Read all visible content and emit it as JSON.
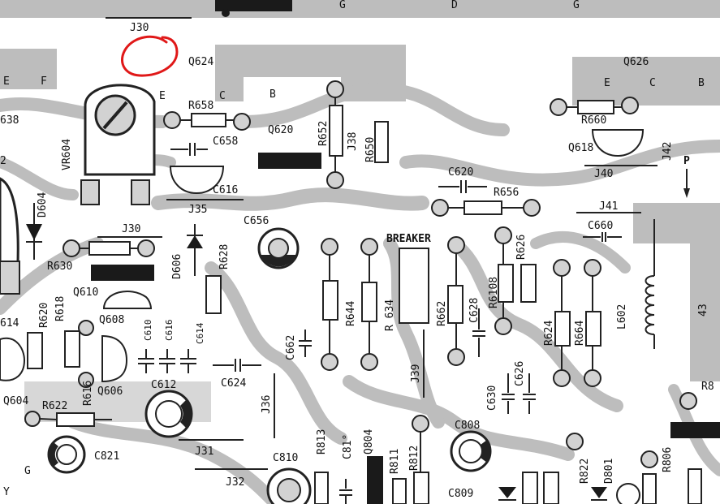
{
  "labels": {
    "j30_top": "J30",
    "q624": "Q624",
    "q626": "Q626",
    "e1": "E",
    "c1": "C",
    "b1": "B",
    "e2": "E",
    "c2": "C",
    "b2": "B",
    "r658": "R658",
    "c658": "C658",
    "q620": "Q620",
    "r652": "R652",
    "j38": "J38",
    "r650": "R650",
    "r660": "R660",
    "q618": "Q618",
    "j42": "J42",
    "p_mark": "P",
    "vr604": "VR604",
    "c616_top": "C616",
    "j35": "J35",
    "c620": "C620",
    "r656": "R656",
    "j40": "J40",
    "j41": "J41",
    "c660": "C660",
    "d604": "D604",
    "j30_mid": "J30",
    "c656": "C656",
    "breaker": "BREAKER",
    "r626": "R626",
    "r630": "R630",
    "d606": "D606",
    "r628": "R628",
    "r644": "R644",
    "r634": "R 634",
    "r662": "R662",
    "c628": "C628",
    "r6108": "R6108",
    "l602": "L602",
    "q610": "Q610",
    "q608": "Q608",
    "r620": "R620",
    "r618": "R618",
    "c610": "C610",
    "c616": "C616",
    "c614": "C614",
    "c662": "C662",
    "r624": "R624",
    "r664": "R664",
    "j39": "J39",
    "c630": "C630",
    "c626": "C626",
    "r616": "R616",
    "q606": "Q606",
    "c612": "C612",
    "c624": "C624",
    "j36": "J36",
    "q604": "Q604",
    "r622": "R622",
    "c821": "C821",
    "j31": "J31",
    "j32": "J32",
    "c810": "C810",
    "r813": "R813",
    "c81x": "C81°",
    "q804": "Q804",
    "r811": "R811",
    "r812": "R812",
    "c808": "C808",
    "c809": "C809",
    "r822": "R822",
    "d801": "D801",
    "r806": "R806",
    "r8": "R8",
    "g_top1": "G",
    "d_top": "D",
    "g_top2": "G",
    "g_bot": "G",
    "y_bot": "Y",
    "e_left": "E",
    "f_left": "F",
    "n614": "614",
    "n638": "638",
    "n2": "2",
    "n43": "43"
  },
  "annotation": {
    "color": "#e01818"
  },
  "colors": {
    "copper": "#bdbdbd",
    "ink": "#1a1a1a",
    "paper": "#ffffff"
  }
}
